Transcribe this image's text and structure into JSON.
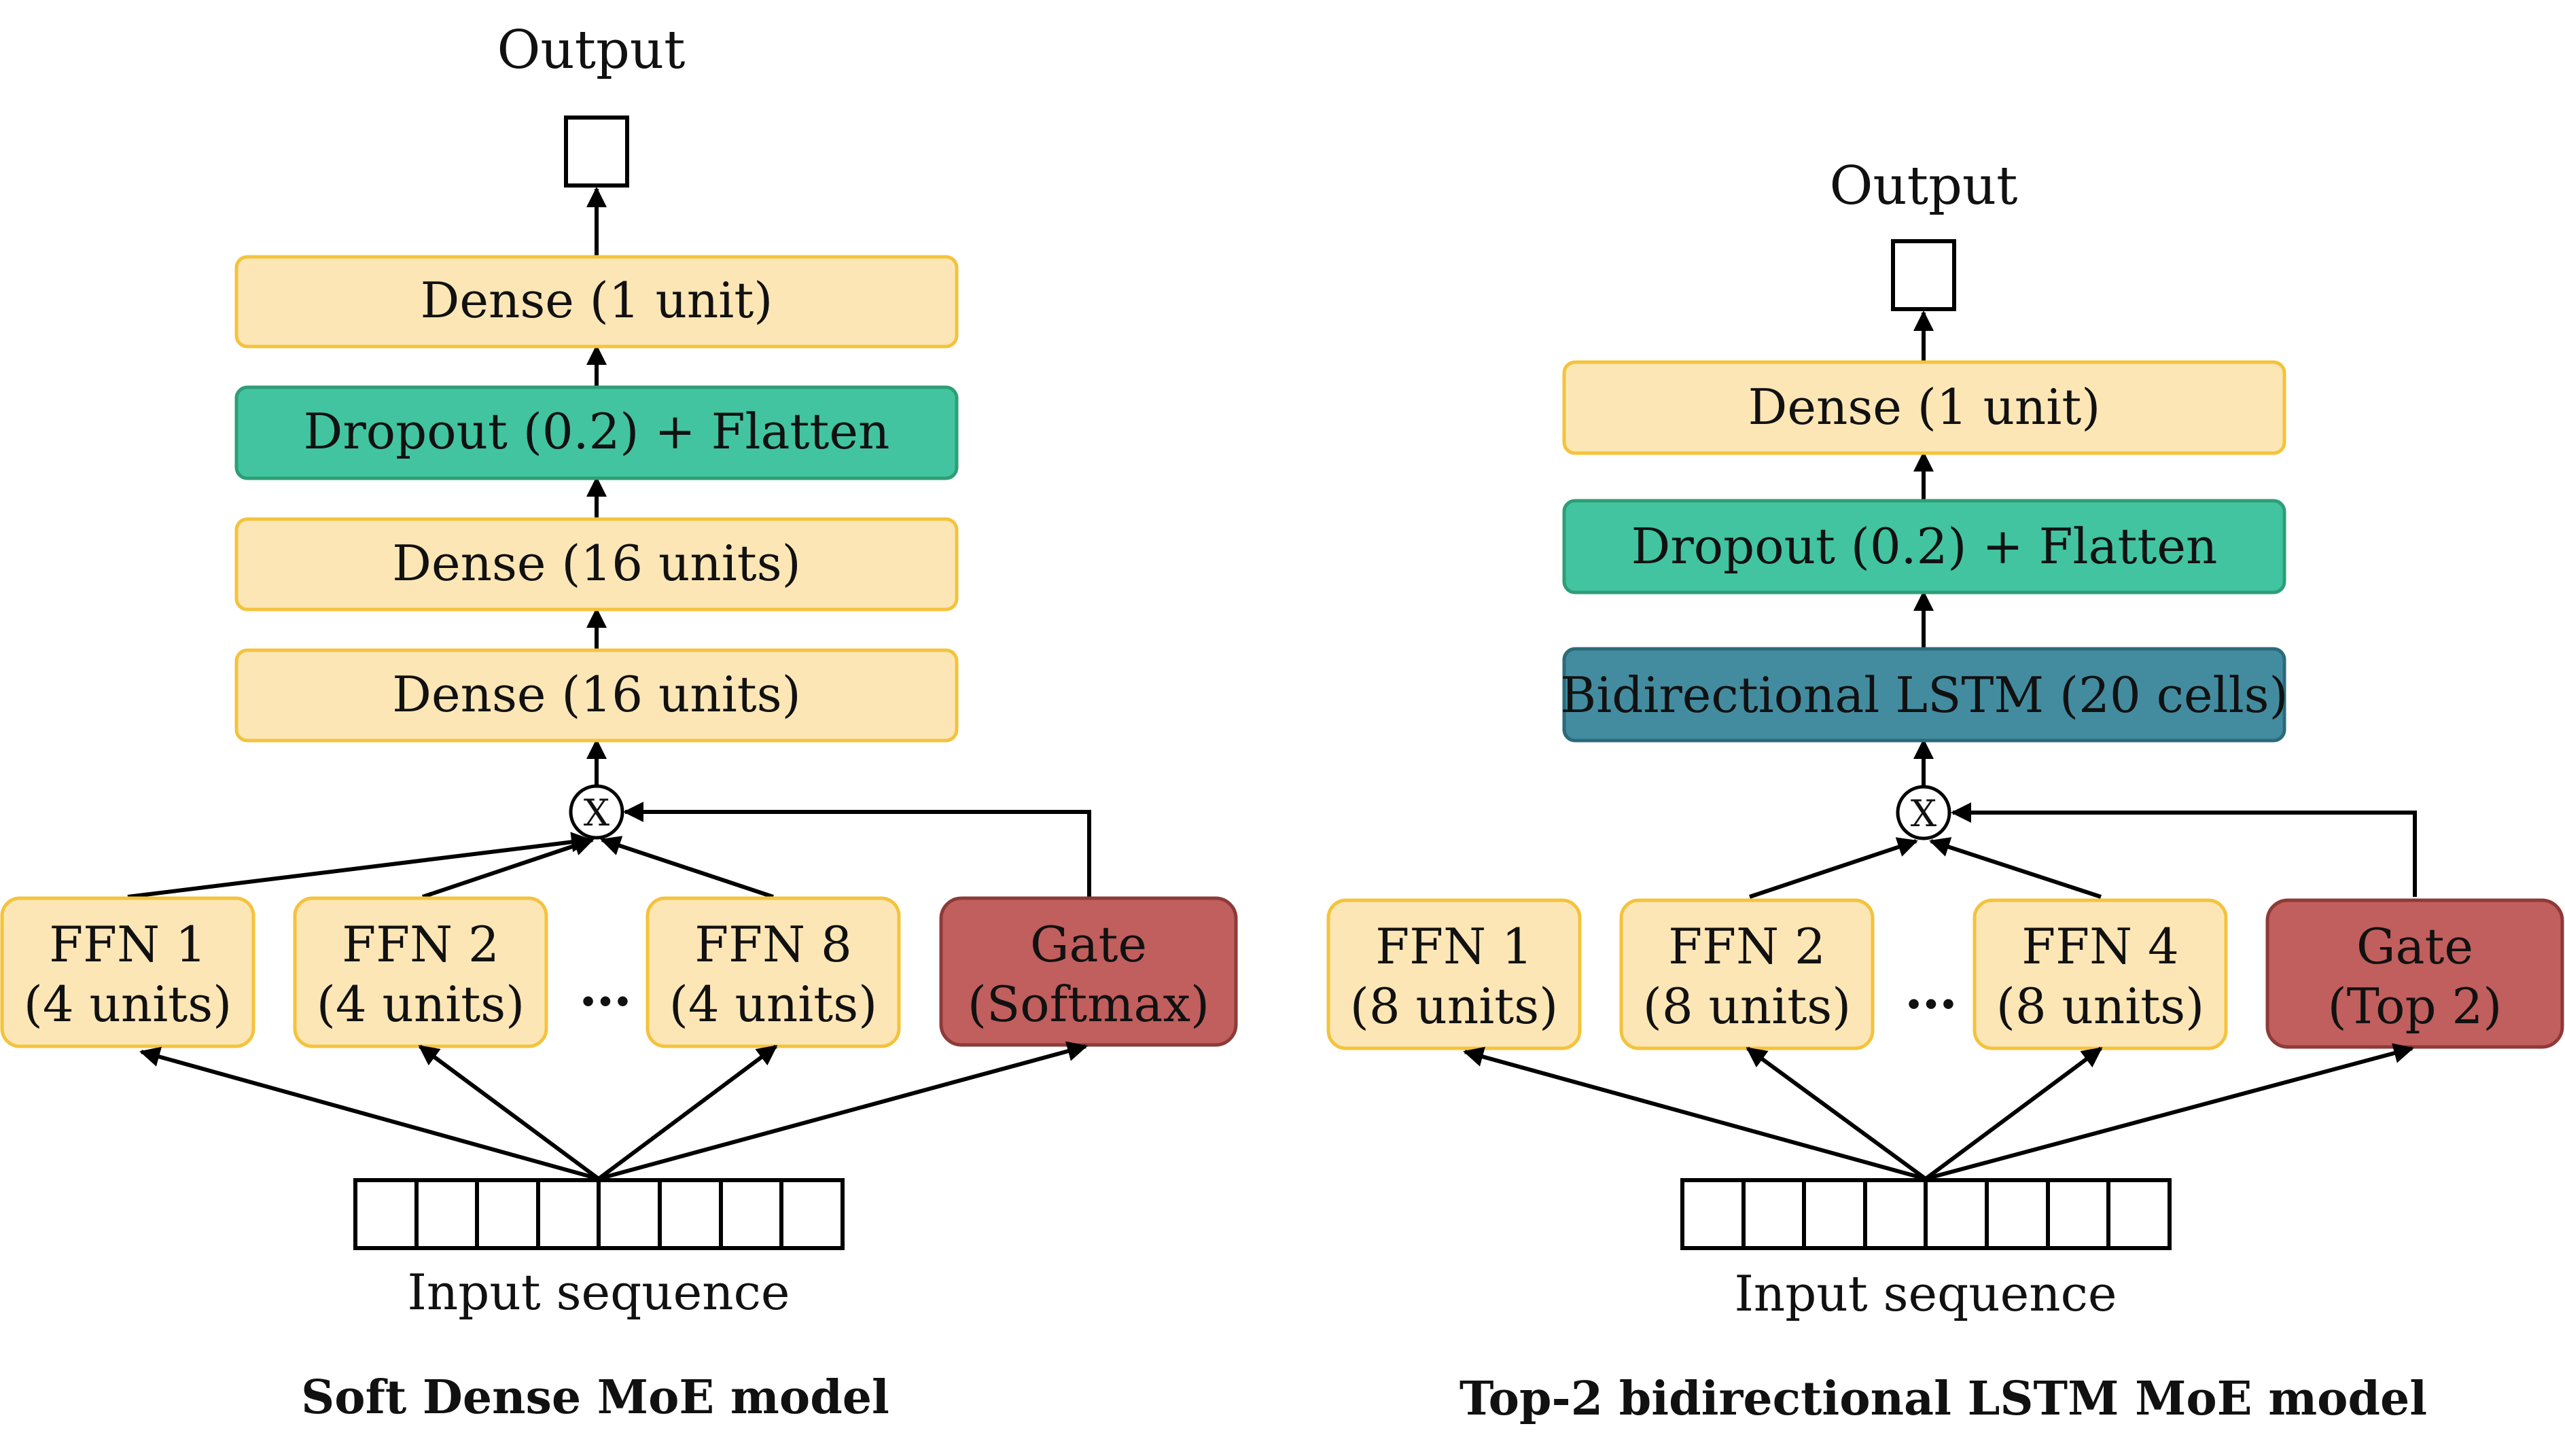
{
  "colors": {
    "dense": "#FDE6B6",
    "dense_border": "#F4C33C",
    "dropout": "#42C4A0",
    "dropout_border": "#2E9E77",
    "lstm": "#438CA0",
    "lstm_border": "#2B6A7A",
    "gate": "#C05F5D",
    "gate_border": "#8E3A38",
    "ffn": "#FDE6B6",
    "ffn_border": "#F4C33C"
  },
  "left": {
    "output_label": "Output",
    "layers": [
      "Dense (1 unit)",
      "Dropout (0.2) + Flatten",
      "Dense (16 units)",
      "Dense (16 units)"
    ],
    "combiner": "X",
    "experts": [
      {
        "name": "FFN 1",
        "units": "(4 units)"
      },
      {
        "name": "FFN 2",
        "units": "(4 units)"
      },
      {
        "name": "FFN 8",
        "units": "(4 units)"
      }
    ],
    "ellipsis": "…",
    "gate": {
      "name": "Gate",
      "type": "(Softmax)"
    },
    "input_label": "Input sequence",
    "title": "Soft Dense MoE model"
  },
  "right": {
    "output_label": "Output",
    "layers": [
      "Dense (1 unit)",
      "Dropout (0.2) + Flatten",
      "Bidirectional LSTM (20 cells)"
    ],
    "combiner": "X",
    "experts": [
      {
        "name": "FFN 1",
        "units": "(8 units)"
      },
      {
        "name": "FFN 2",
        "units": "(8 units)"
      },
      {
        "name": "FFN 4",
        "units": "(8 units)"
      }
    ],
    "ellipsis": "…",
    "gate": {
      "name": "Gate",
      "type": "(Top 2)"
    },
    "input_label": "Input sequence",
    "title": "Top-2 bidirectional LSTM MoE model"
  }
}
